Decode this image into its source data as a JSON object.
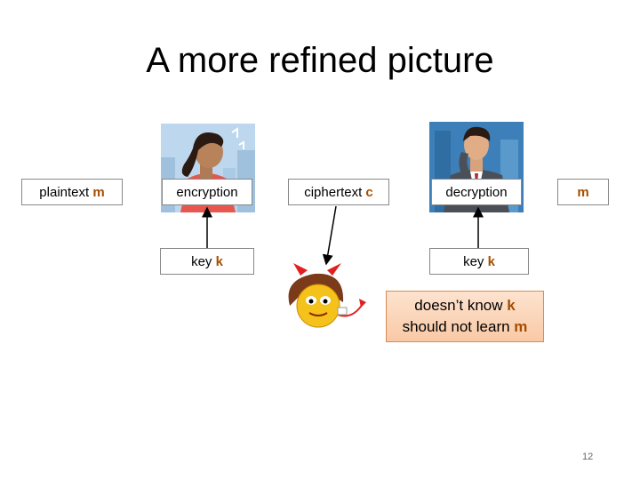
{
  "title": "A more refined picture",
  "boxes": {
    "plaintext_label": "plaintext ",
    "plaintext_var": "m",
    "encryption": "encryption",
    "ciphertext_label": "ciphertext ",
    "ciphertext_var": "c",
    "decryption": "decryption",
    "output_var": "m",
    "key_left_label": "key ",
    "key_left_var": "k",
    "key_right_label": "key ",
    "key_right_var": "k"
  },
  "note": {
    "line1_text": "doesn’t know ",
    "line1_var": "k",
    "line2_text": "should not learn ",
    "line2_var": "m"
  },
  "slide_number": "12",
  "colors": {
    "highlight": "#a64d00",
    "note_fill": "#fbd6bb"
  }
}
